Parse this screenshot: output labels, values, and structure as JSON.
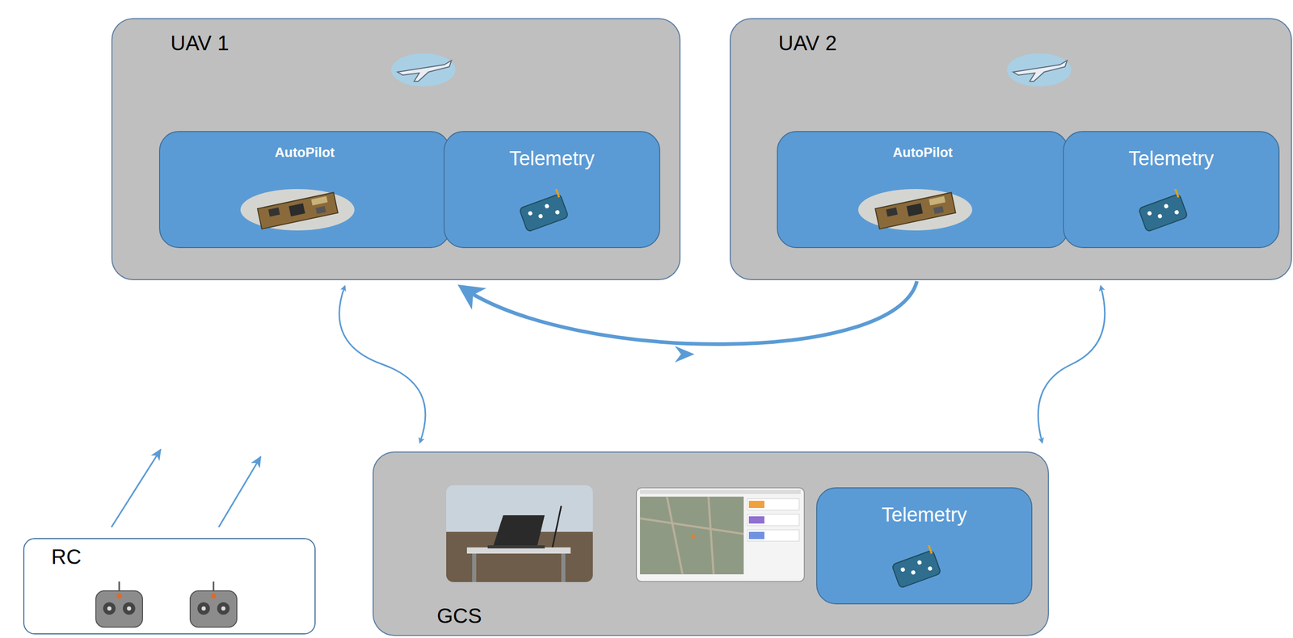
{
  "diagram": {
    "nodes": [
      {
        "text": [
          "UAV 1"
        ]
      },
      {
        "text": [
          "AutoPilot"
        ],
        "in": 0
      },
      {
        "text": [
          "Telemetry"
        ],
        "in": 0
      },
      {
        "text": [
          "UAV 2"
        ]
      },
      {
        "text": [
          "AutoPilot"
        ],
        "in": 3
      },
      {
        "text": [
          "Telemetry"
        ],
        "in": 3
      },
      {
        "text": [
          "RC"
        ]
      },
      {
        "text": [
          "GCS"
        ]
      },
      {
        "text": [
          "Telemetry"
        ],
        "in": 7
      }
    ],
    "edges": [
      {
        "from": 0,
        "to": 7,
        "arrow": "both"
      },
      {
        "from": 3,
        "to": 7,
        "arrow": "both"
      },
      {
        "from": 3,
        "to": 0,
        "arrow": "to"
      }
    ]
  }
}
